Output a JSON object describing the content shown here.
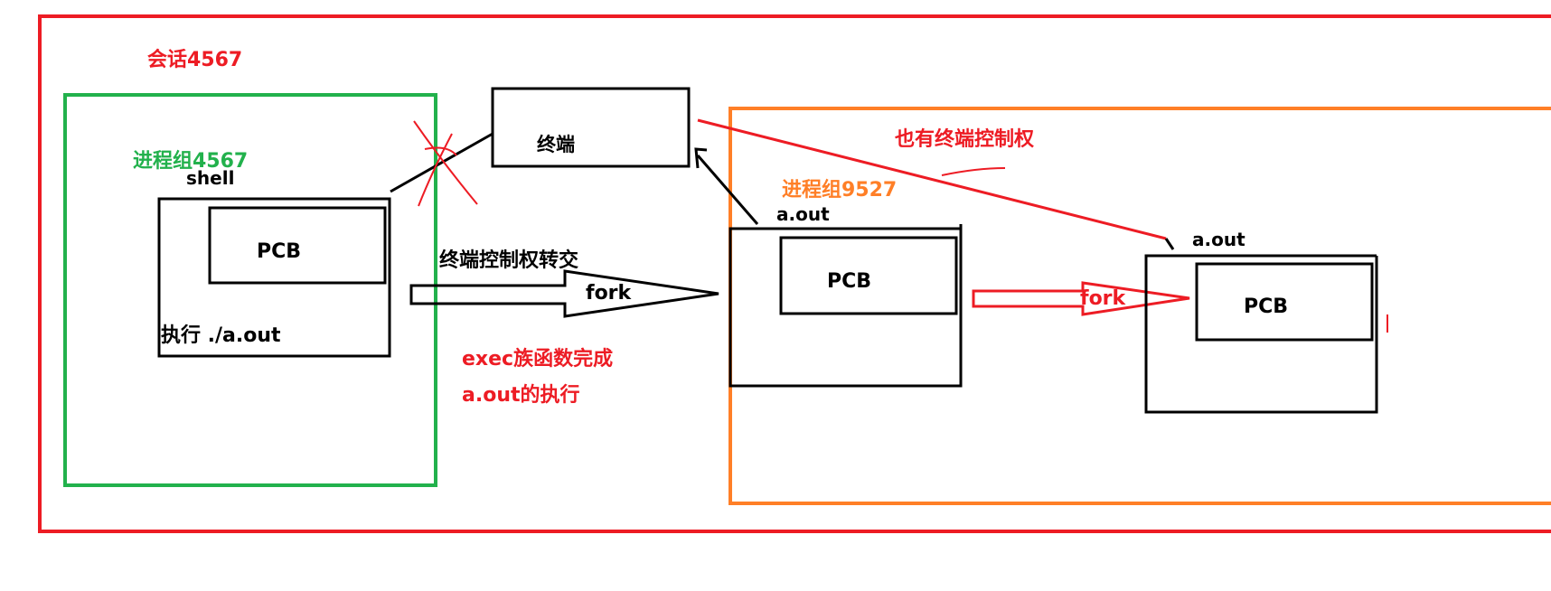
{
  "session": {
    "label": "会话4567",
    "color": "#ed1c24"
  },
  "process_group_shell": {
    "label": "进程组4567",
    "color": "#22b14c",
    "process": {
      "name": "shell",
      "pcb_label": "PCB",
      "action_label": "执行 ./a.out"
    }
  },
  "terminal": {
    "label": "终端"
  },
  "transfer": {
    "title": "终端控制权转交",
    "arrow_label": "fork",
    "note_line1": "exec族函数完成",
    "note_line2": "a.out的执行"
  },
  "process_group_aout": {
    "label": "进程组9527",
    "color": "#ff7f27",
    "parent_process": {
      "name": "a.out",
      "pcb_label": "PCB"
    },
    "child_process": {
      "name": "a.out",
      "pcb_label": "PCB"
    },
    "fork_label": "fork",
    "also_control_label": "也有终端控制权"
  },
  "colors": {
    "line": "#000000",
    "accent_red": "#ed1c24"
  }
}
